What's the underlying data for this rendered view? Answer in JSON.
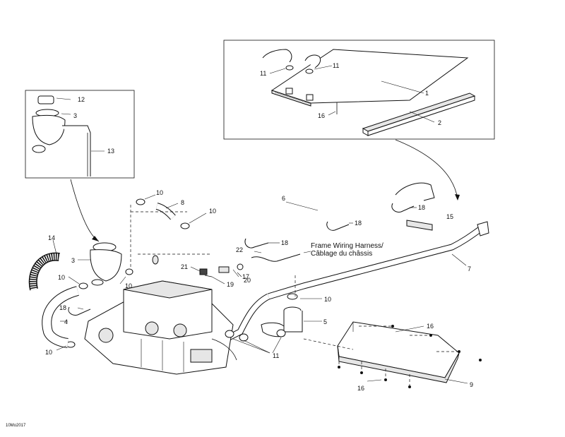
{
  "diagram": {
    "note_line1": "Frame Wiring Harness/",
    "note_line2": "Câblage du châssis",
    "drawing_code": "10Mo2017",
    "callouts": {
      "c1": "1",
      "c2": "2",
      "c3a": "3",
      "c3b": "3",
      "c4": "4",
      "c5": "5",
      "c6": "6",
      "c7": "7",
      "c8": "8",
      "c9": "9",
      "c10a": "10",
      "c10b": "10",
      "c10c": "10",
      "c10d": "10",
      "c10e": "10",
      "c10f": "10",
      "c11a": "11",
      "c11b": "11",
      "c11c": "11",
      "c12": "12",
      "c13": "13",
      "c14": "14",
      "c15": "15",
      "c16a": "16",
      "c16b": "16",
      "c16c": "16",
      "c17": "17",
      "c18a": "18",
      "c18b": "18",
      "c18c": "18",
      "c18d": "18",
      "c19": "19",
      "c20": "20",
      "c21": "21",
      "c22": "22"
    }
  }
}
